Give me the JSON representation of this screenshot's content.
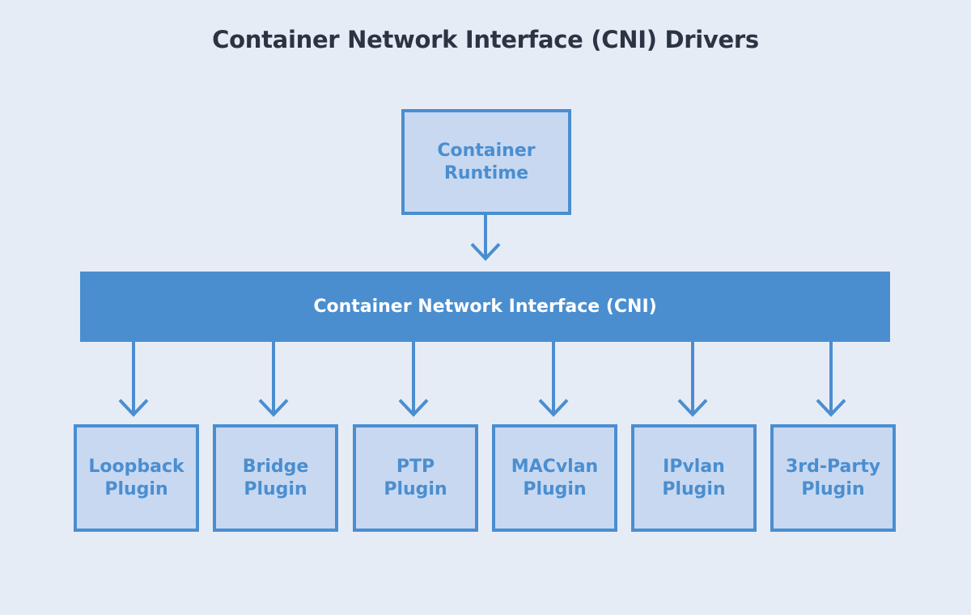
{
  "title": "Container Network Interface (CNI) Drivers",
  "runtime": {
    "line1": "Container",
    "line2": "Runtime"
  },
  "cni": {
    "label": "Container Network Interface (CNI)"
  },
  "plugins": [
    {
      "line1": "Loopback",
      "line2": "Plugin"
    },
    {
      "line1": "Bridge",
      "line2": "Plugin"
    },
    {
      "line1": "PTP",
      "line2": "Plugin"
    },
    {
      "line1": "MACvlan",
      "line2": "Plugin"
    },
    {
      "line1": "IPvlan",
      "line2": "Plugin"
    },
    {
      "line1": "3rd-Party",
      "line2": "Plugin"
    }
  ],
  "colors": {
    "background": "#e6ecf6",
    "accent": "#4a8ed0",
    "box_fill": "#c8d8f1",
    "title_text": "#2b3442"
  }
}
